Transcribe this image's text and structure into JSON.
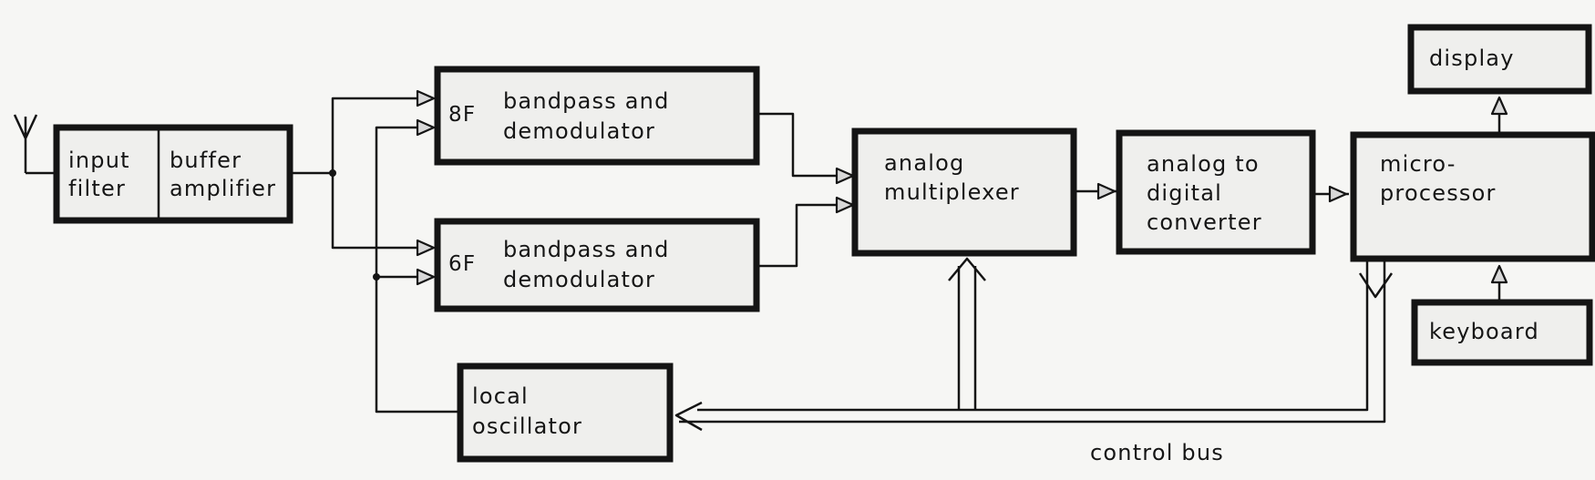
{
  "blocks": {
    "input_filter": [
      "input",
      "filter"
    ],
    "buffer_amplifier": [
      "buffer",
      "amplifier"
    ],
    "bandpass_8f": {
      "tag": "8F",
      "lines": [
        "bandpass and",
        "demodulator"
      ]
    },
    "bandpass_6f": {
      "tag": "6F",
      "lines": [
        "bandpass and",
        "demodulator"
      ]
    },
    "local_oscillator": [
      "local",
      "oscillator"
    ],
    "analog_multiplexer": [
      "analog",
      "multiplexer"
    ],
    "adc": [
      "analog to",
      "digital",
      "converter"
    ],
    "microprocessor": [
      "micro-",
      "processor"
    ],
    "display": [
      "display"
    ],
    "keyboard": [
      "keyboard"
    ]
  },
  "labels": {
    "control_bus": "control bus"
  },
  "icons": {
    "antenna": "antenna-icon"
  }
}
